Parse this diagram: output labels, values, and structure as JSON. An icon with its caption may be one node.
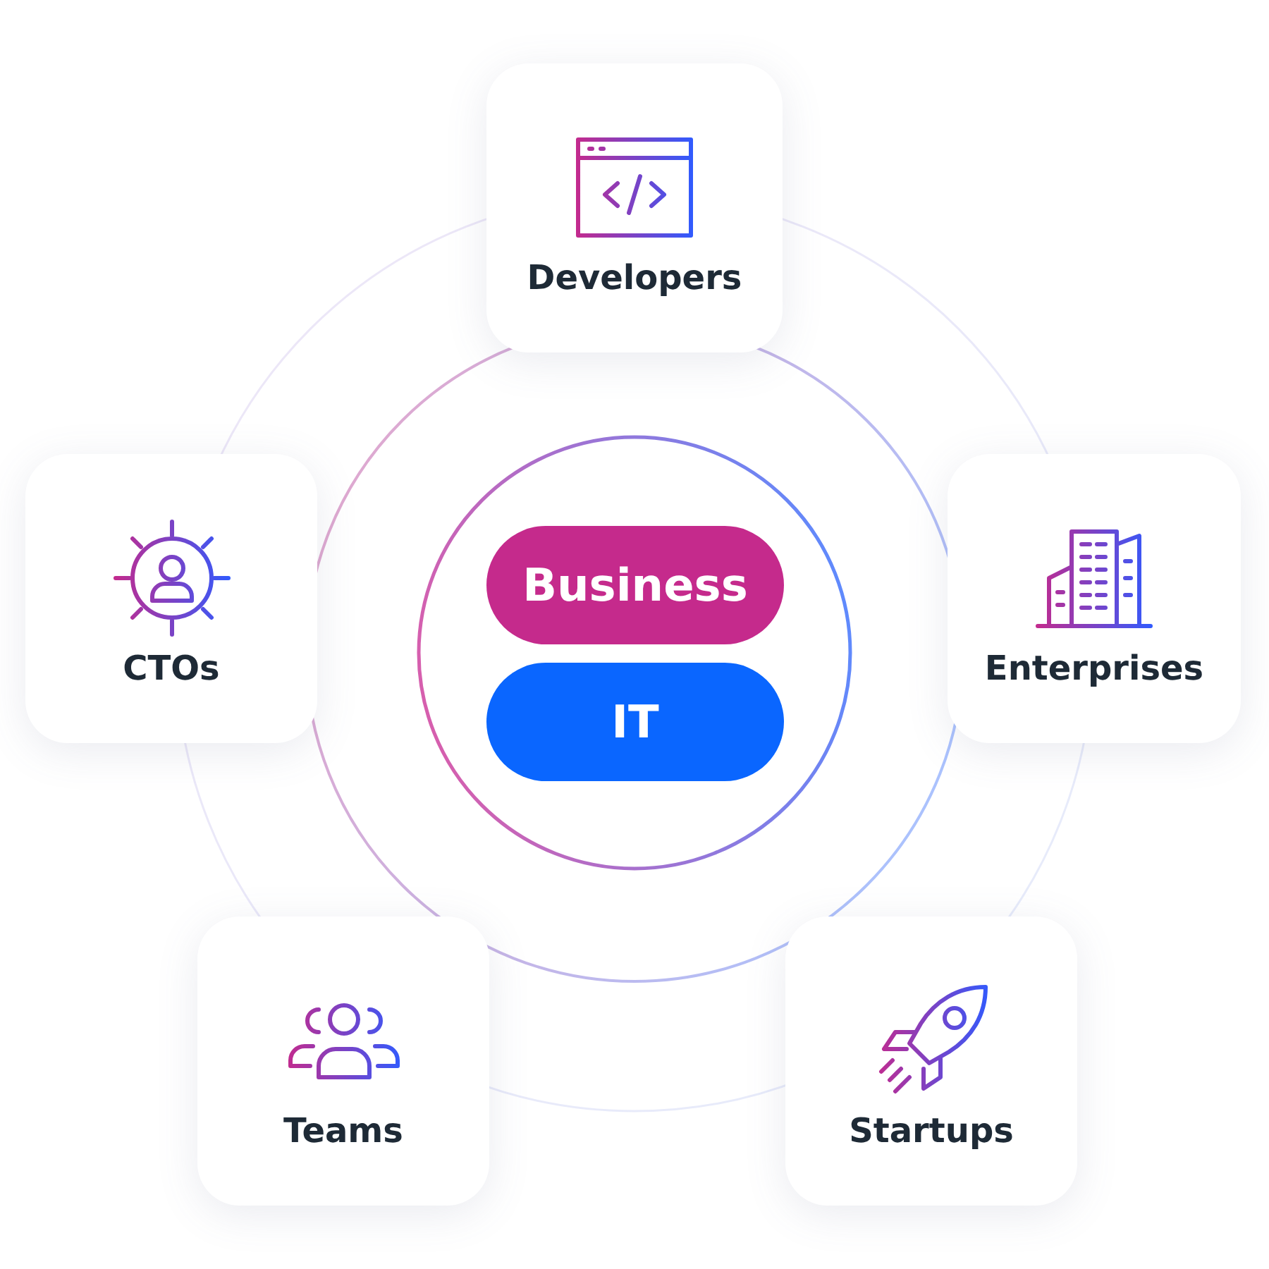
{
  "diagram": {
    "nodes": [
      {
        "text": [
          "Business"
        ]
      },
      {
        "text": [
          "IT"
        ]
      },
      {
        "text": [
          "Developers"
        ]
      },
      {
        "text": [
          "CTOs"
        ]
      },
      {
        "text": [
          "Enterprises"
        ]
      },
      {
        "text": [
          "Teams"
        ]
      },
      {
        "text": [
          "Startups"
        ]
      }
    ]
  }
}
